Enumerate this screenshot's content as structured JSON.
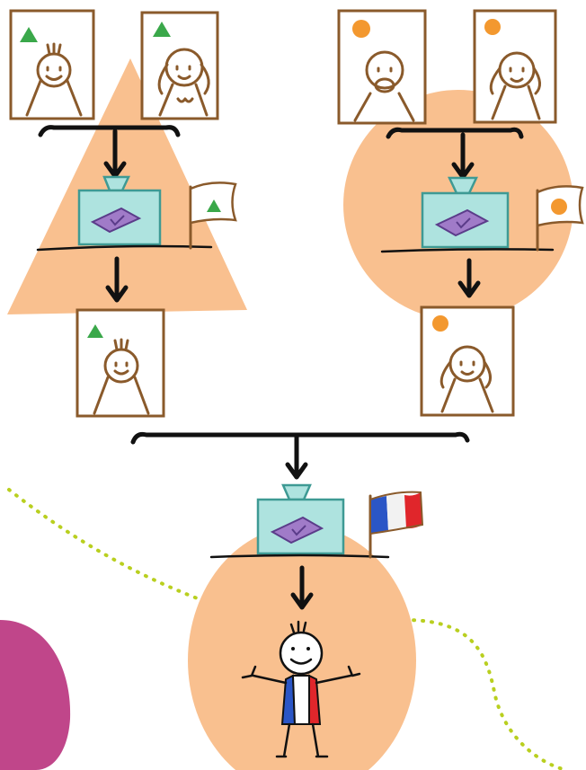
{
  "colors": {
    "shape_fill": "#f9c08f",
    "ballot_box": "#aee3df",
    "ballot_box_stroke": "#3e9a94",
    "ballot_paper": "#a07bc8",
    "frame_stroke": "#8a5a2b",
    "triangle_marker": "#3aa84a",
    "circle_marker": "#f3982f",
    "dotted_path": "#b9cf1f",
    "magenta_blob": "#c0468a",
    "flag_blue": "#2b56c6",
    "flag_red": "#e0262b"
  },
  "groups": [
    {
      "shape": "triangle",
      "marker": "triangle-marker",
      "voters": [
        "man",
        "woman"
      ],
      "winner": "man"
    },
    {
      "shape": "circle",
      "marker": "circle-marker",
      "voters": [
        "man",
        "woman"
      ],
      "winner": "woman"
    }
  ],
  "final": {
    "flag": "france-flag",
    "result": "citizen-with-tricolor-shirt"
  }
}
